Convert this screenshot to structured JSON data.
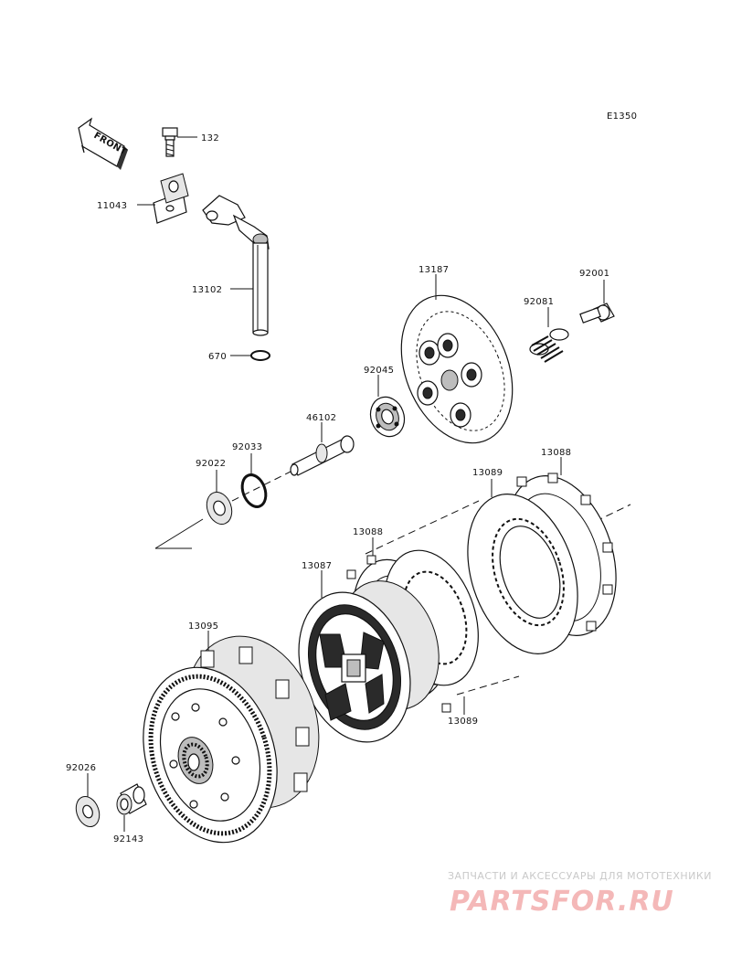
{
  "diagram_code": "E1350",
  "front_label": "FRONT",
  "parts": {
    "p132": "132",
    "p11043": "11043",
    "p13102": "13102",
    "p670": "670",
    "p13187": "13187",
    "p92001": "92001",
    "p92081": "92081",
    "p92045": "92045",
    "p46102": "46102",
    "p92033": "92033",
    "p92022": "92022",
    "p13088_top": "13088",
    "p13089_top": "13089",
    "p13088_mid": "13088",
    "p13087": "13087",
    "p13089_bot": "13089",
    "p13095": "13095",
    "p92026": "92026",
    "p92143": "92143"
  },
  "watermark": {
    "line1": "ЗАПЧАСТИ И АКСЕССУАРЫ ДЛЯ МОТОТЕХНИКИ",
    "line2": "PARTSFOR.RU"
  }
}
